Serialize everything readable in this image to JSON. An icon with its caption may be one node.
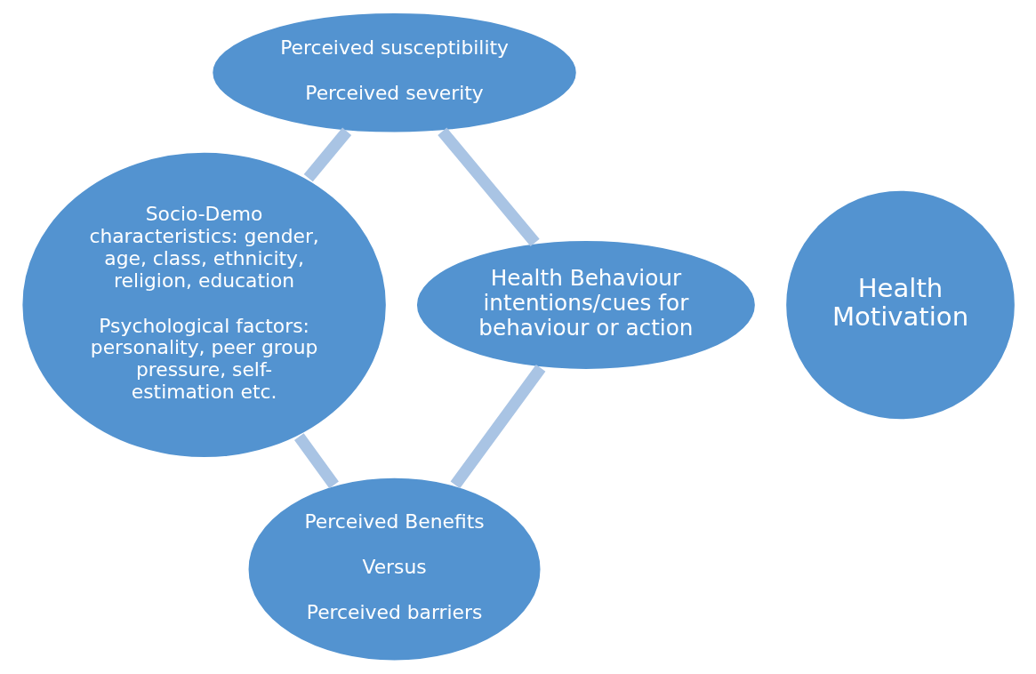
{
  "diagram": {
    "nodes": [
      {
        "text": [
          "Perceived susceptibility",
          "Perceived severity"
        ]
      },
      {
        "text": [
          "Socio-Demo characteristics: gender, age, class, ethnicity, religion, education",
          "Psychological factors: personality, peer group pressure, self-estimation etc."
        ]
      },
      {
        "text": [
          "Health Motivation"
        ]
      },
      {
        "text": [
          "Health Behaviour intentions/cues for behaviour or action"
        ]
      },
      {
        "text": [
          "Perceived Benefits",
          "Versus",
          "Perceived barriers"
        ]
      }
    ],
    "edges": [
      {
        "from": 0,
        "to": 1,
        "arrow": "none"
      },
      {
        "from": 0,
        "to": 3,
        "arrow": "none"
      },
      {
        "from": 3,
        "to": 4,
        "arrow": "none"
      },
      {
        "from": 1,
        "to": 4,
        "arrow": "none"
      }
    ]
  }
}
